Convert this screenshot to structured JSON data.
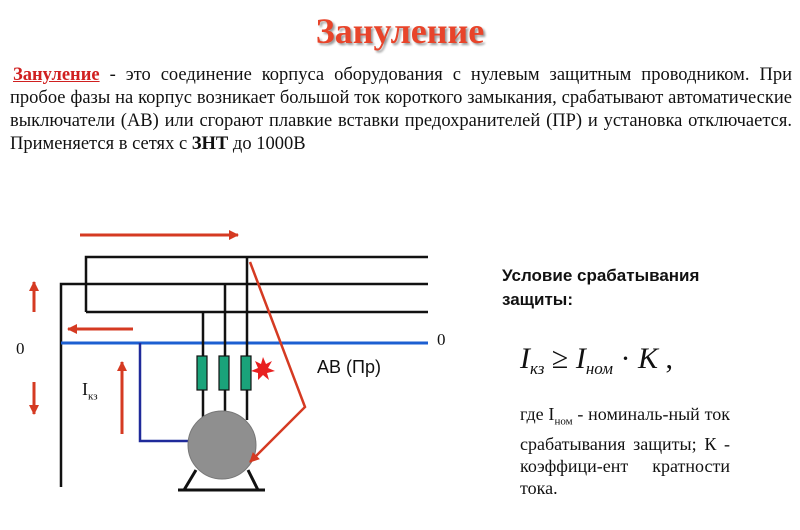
{
  "title": "Зануление",
  "intro": {
    "term": "Зануление",
    "sentence1_rest": " - это соединение корпуса оборудования с нулевым защитным проводником. При пробое фазы на корпус возникает большой ток короткого замыкания, срабатывают автоматические выключатели (АВ) или сгорают плавкие вставки предохранителей (ПР) и установка отключается. Применяется в сетях с ",
    "bold_term": "ЗНТ",
    "sentence_end": " до 1000В"
  },
  "diagram": {
    "zero_label_left": "0",
    "zero_label_right": "0",
    "current_label_main": "I",
    "current_label_sub": "кз",
    "breaker_label": "АВ (Пр)",
    "colors": {
      "wire": "#111111",
      "neutral": "#1d5fd1",
      "arrow": "#d53a22",
      "return_wire": "#1f2a9a",
      "breaker": "#1aa37a",
      "motor": "#8f8f8f",
      "spark": "#e82020"
    }
  },
  "condition": {
    "title_line1": "Условие срабатывания",
    "title_line2": "защиты:",
    "formula": {
      "i1": "I",
      "i1_sub": "кз",
      "op": " ≥ ",
      "i2": "I",
      "i2_sub": "ном",
      "dot": " · ",
      "k": "K",
      "comma": " ,"
    },
    "where": {
      "prefix": "где I",
      "sub": "ном",
      "rest": " - номиналь-ный ток срабатывания защиты; К - коэффици-ент кратности тока."
    }
  }
}
